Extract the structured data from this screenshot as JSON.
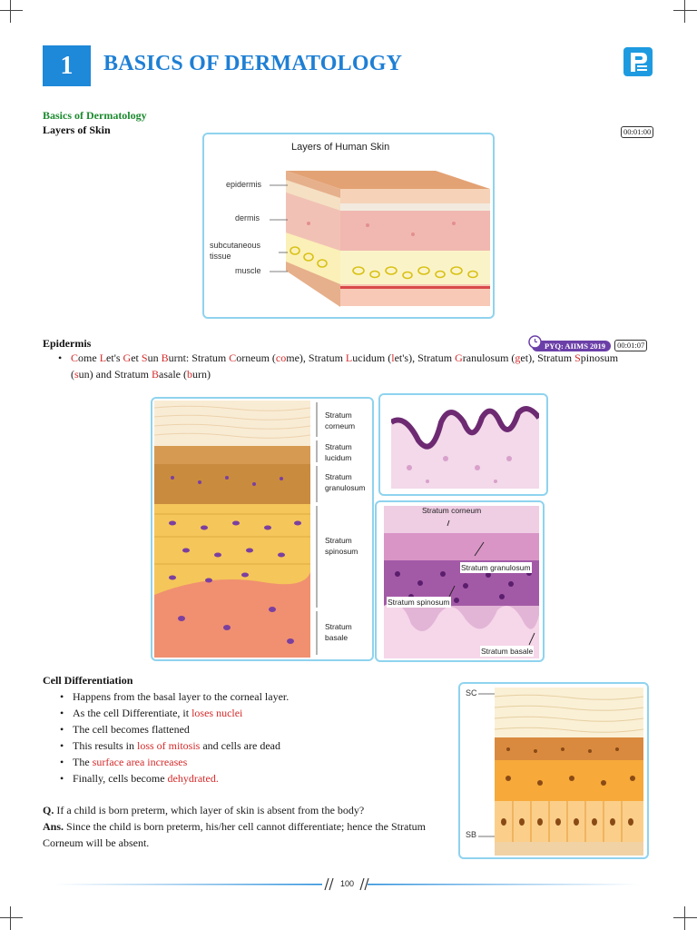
{
  "chapter": {
    "number": "1",
    "title": "BASICS OF DERMATOLOGY"
  },
  "brand": {
    "logo_icon": "p-logo-icon",
    "color": "#1e9be0"
  },
  "section": {
    "topic": "Basics of Dermatology",
    "subtopic": "Layers of Skin",
    "time": "00:01:00"
  },
  "figure1": {
    "title": "Layers of Human Skin",
    "labels": [
      "epidermis",
      "dermis",
      "subcutaneous",
      "tissue",
      "muscle"
    ]
  },
  "epidermis": {
    "heading": "Epidermis",
    "pyq": "PYQ: AIIMS 2019",
    "time": "00:01:07",
    "mnemonic": [
      {
        "t": "C",
        "r": true
      },
      {
        "t": "ome ",
        "r": false
      },
      {
        "t": "L",
        "r": true
      },
      {
        "t": "et's ",
        "r": false
      },
      {
        "t": "G",
        "r": true
      },
      {
        "t": "et ",
        "r": false
      },
      {
        "t": "S",
        "r": true
      },
      {
        "t": "un ",
        "r": false
      },
      {
        "t": "B",
        "r": true
      },
      {
        "t": "urnt:  Stratum ",
        "r": false
      },
      {
        "t": "C",
        "r": true
      },
      {
        "t": "orneum (",
        "r": false
      },
      {
        "t": "co",
        "r": true
      },
      {
        "t": "me), Stratum ",
        "r": false
      },
      {
        "t": "L",
        "r": true
      },
      {
        "t": "ucidum (",
        "r": false
      },
      {
        "t": "l",
        "r": true
      },
      {
        "t": "et's), Stratum ",
        "r": false
      },
      {
        "t": "G",
        "r": true
      },
      {
        "t": "ranulosum (",
        "r": false
      },
      {
        "t": "g",
        "r": true
      },
      {
        "t": "et),  Stratum ",
        "r": false
      },
      {
        "t": "S",
        "r": true
      },
      {
        "t": "pinosum",
        "r": false
      }
    ],
    "mnemonic_line2": [
      {
        "t": "(",
        "r": false
      },
      {
        "t": "s",
        "r": true
      },
      {
        "t": "un)  and  Stratum ",
        "r": false
      },
      {
        "t": "B",
        "r": true
      },
      {
        "t": "asale (",
        "r": false
      },
      {
        "t": "b",
        "r": true
      },
      {
        "t": "urn)",
        "r": false
      }
    ]
  },
  "figure2": {
    "layers": [
      "Stratum",
      "corneum",
      "Stratum",
      "lucidum",
      "Stratum",
      "granulosum",
      "Stratum",
      "spinosum",
      "Stratum",
      "basale"
    ]
  },
  "figure3": {
    "labels": [
      "Stratum corneum",
      "Stratum granulosum",
      "Stratum spinosum",
      "Stratum basale"
    ]
  },
  "cell_diff": {
    "heading": "Cell Differentiation",
    "items": [
      [
        {
          "t": "Happens from the basal layer to the corneal layer.",
          "r": false
        }
      ],
      [
        {
          "t": "As the cell Differentiate, it ",
          "r": false
        },
        {
          "t": "loses nuclei",
          "r": true
        }
      ],
      [
        {
          "t": "The cell becomes flattened",
          "r": false
        }
      ],
      [
        {
          "t": "This results in ",
          "r": false
        },
        {
          "t": "loss of mitosis",
          "r": true
        },
        {
          "t": " and cells are dead",
          "r": false
        }
      ],
      [
        {
          "t": "The ",
          "r": false
        },
        {
          "t": "surface area increases",
          "r": true
        }
      ],
      [
        {
          "t": "Finally, cells become ",
          "r": false
        },
        {
          "t": "dehydrated.",
          "r": true
        }
      ]
    ]
  },
  "qa": {
    "q_label": "Q.",
    "question": " If a child is born preterm, which layer of skin is absent from the body?",
    "a_label": "Ans.",
    "answer1": " Since the child is born preterm, his/her cell cannot differentiate; hence the Stratum",
    "answer2": "Corneum will be absent."
  },
  "figure4": {
    "top_label": "SC",
    "bottom_label": "SB"
  },
  "footer": {
    "page": "100"
  },
  "colors": {
    "accent": "#1e88d9",
    "green": "#1b8a2e",
    "red": "#d42a2a",
    "purple": "#6b3fa8",
    "frame": "#8fd3ee"
  }
}
